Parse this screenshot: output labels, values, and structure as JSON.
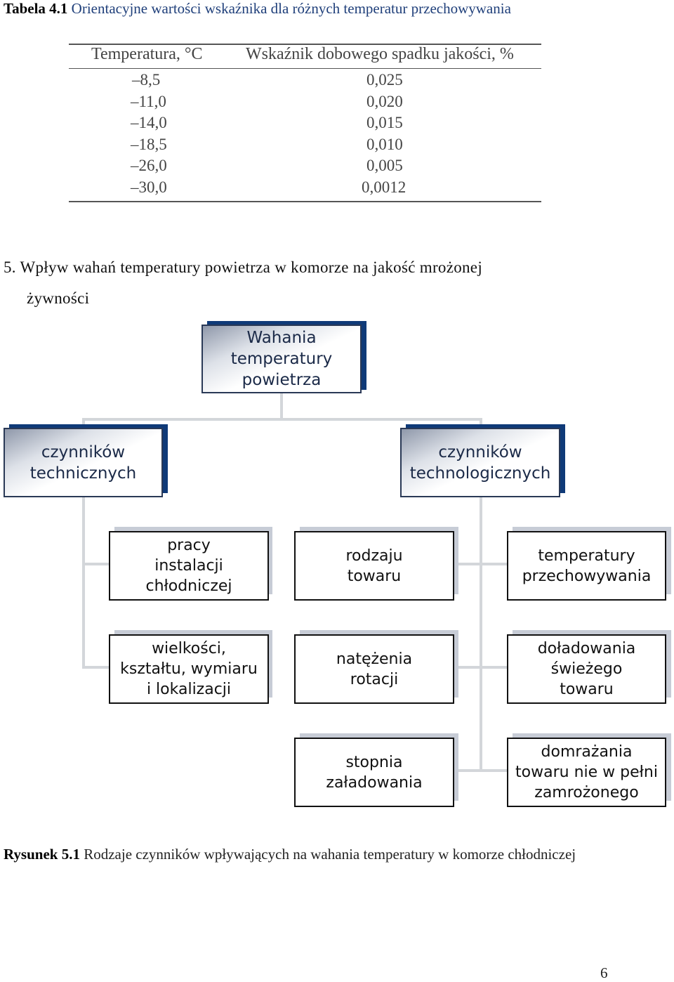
{
  "table_caption": {
    "prefix": "Tabela 4.1",
    "text": "Orientacyjne wartości wskaźnika dla różnych temperatur przechowywania"
  },
  "table": {
    "headers": [
      "Temperatura, °C",
      "Wskaźnik dobowego spadku jakości, %"
    ],
    "rows": [
      [
        "–8,5",
        "0,025"
      ],
      [
        "–11,0",
        "0,020"
      ],
      [
        "–14,0",
        "0,015"
      ],
      [
        "–18,5",
        "0,010"
      ],
      [
        "–26,0",
        "0,005"
      ],
      [
        "–30,0",
        "0,0012"
      ]
    ]
  },
  "section": {
    "line1": "5. Wpływ wahań temperatury powietrza w komorze na jakość mrożonej",
    "line2": "żywności"
  },
  "diagram": {
    "root": "Wahania\ntemperatury\npowietrza",
    "technical": "czynników\ntechnicznych",
    "technological": "czynników\ntechnologicznych",
    "tech_items": [
      "pracy\ninstalacji\nchłodniczej",
      "wielkości,\nkształtu, wymiaru\ni lokalizacji"
    ],
    "techno_items": [
      "rodzaju\ntowaru",
      "natężenia\nrotacji",
      "stopnia\nzaładowania",
      "temperatury\nprzechowywania",
      "doładowania\nświeżego\ntowaru",
      "domrażania\ntowaru nie w pełni\nzamrożonego"
    ]
  },
  "figure_caption": {
    "prefix": "Rysunek 5.1",
    "text": "Rodzaje czynników wpływających na wahania temperatury w komorze chłodniczej"
  },
  "page_number": "6"
}
